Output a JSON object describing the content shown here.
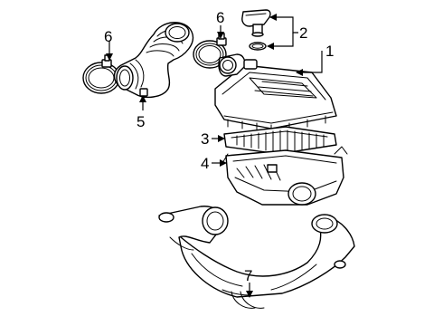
{
  "diagram": {
    "callouts": {
      "c1": "1",
      "c2": "2",
      "c3": "3",
      "c4": "4",
      "c5": "5",
      "c6_left": "6",
      "c6_right": "6",
      "c7": "7"
    }
  }
}
